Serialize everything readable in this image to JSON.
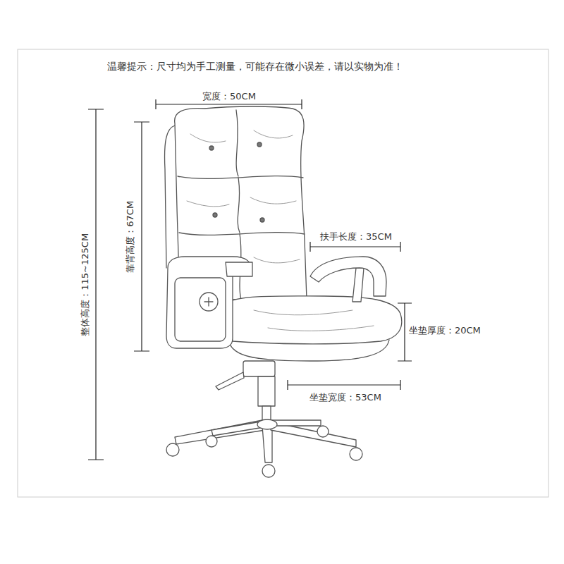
{
  "diagram": {
    "labels": [
      "温馨提示：尺寸均为手工测量，可能存在微小误差，请以实物为准！",
      "宽度：50CM",
      "整体高度：115~125CM",
      "靠背高度：67CM",
      "扶手长度：35CM",
      "坐垫厚度：20CM",
      "坐垫宽度：53CM"
    ]
  }
}
